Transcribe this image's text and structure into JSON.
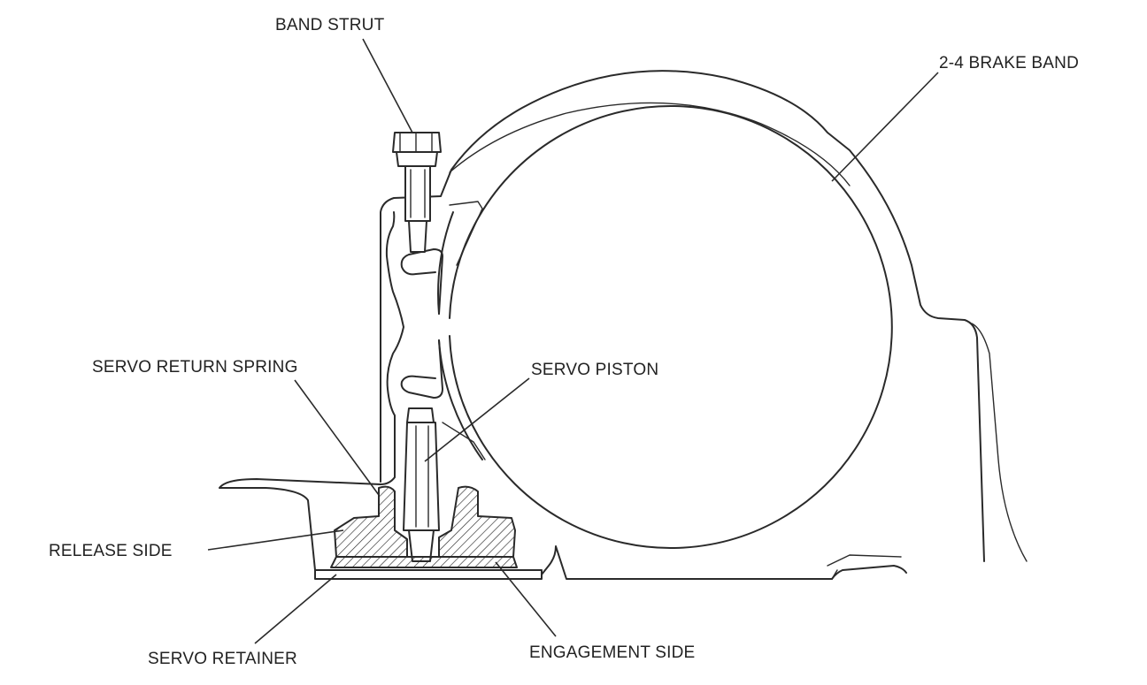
{
  "labels": {
    "band_strut": "BAND STRUT",
    "brake_band": "2-4 BRAKE BAND",
    "servo_return_spring": "SERVO RETURN SPRING",
    "servo_piston": "SERVO PISTON",
    "release_side": "RELEASE SIDE",
    "servo_retainer": "SERVO RETAINER",
    "engagement_side": "ENGAGEMENT SIDE"
  },
  "colors": {
    "line": "#2a2a2a",
    "text": "#222222",
    "background": "#ffffff"
  }
}
